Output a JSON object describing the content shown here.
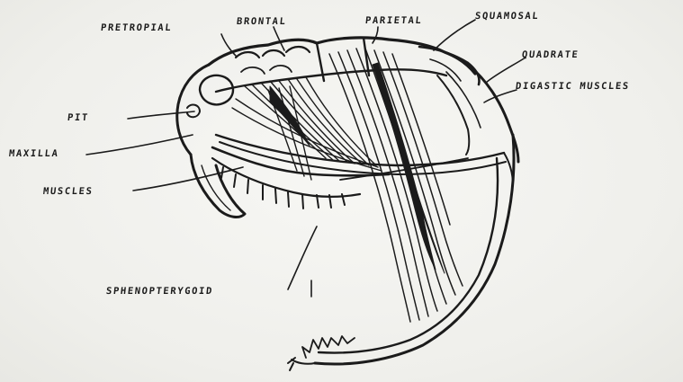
{
  "diagram": {
    "labels": {
      "pretropial": "PRETROPIAL",
      "brontal": "BRONTAL",
      "parietal": "PARIETAL",
      "squamosal": "SQUAMOSAL",
      "quadrate": "QUADRATE",
      "digastric_muscles": "DIGASTIC MUSCLES",
      "pit": "PIT",
      "maxilla": "MAXILLA",
      "muscles": "MUSCLES",
      "sphenopterygoid": "SPHENOPTERYGOID"
    },
    "ink_color": "#1b1b1b",
    "paper_color": "#f2f2ef"
  }
}
